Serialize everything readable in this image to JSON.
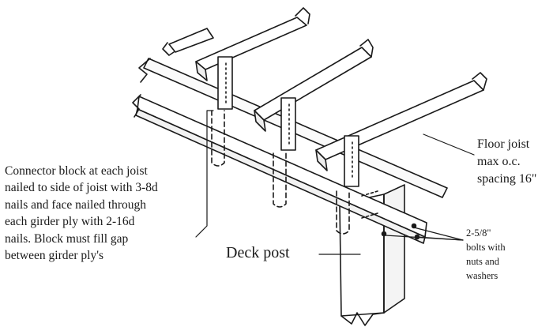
{
  "labels": {
    "floor_joist": "Floor joist\nmax o.c.\nspacing 16\"",
    "connector_block": "Connector block at each joist\nnailed to side of joist with 3-8d\nnails and face nailed through\neach girder ply with 2-16d\nnails. Block must fill gap\nbetween girder ply's",
    "deck_post": "Deck post",
    "bolts": "2-5/8\"\nbolts with\nnuts and\nwashers"
  },
  "colors": {
    "line": "#1a1a1a",
    "wood": "#ffffff"
  }
}
